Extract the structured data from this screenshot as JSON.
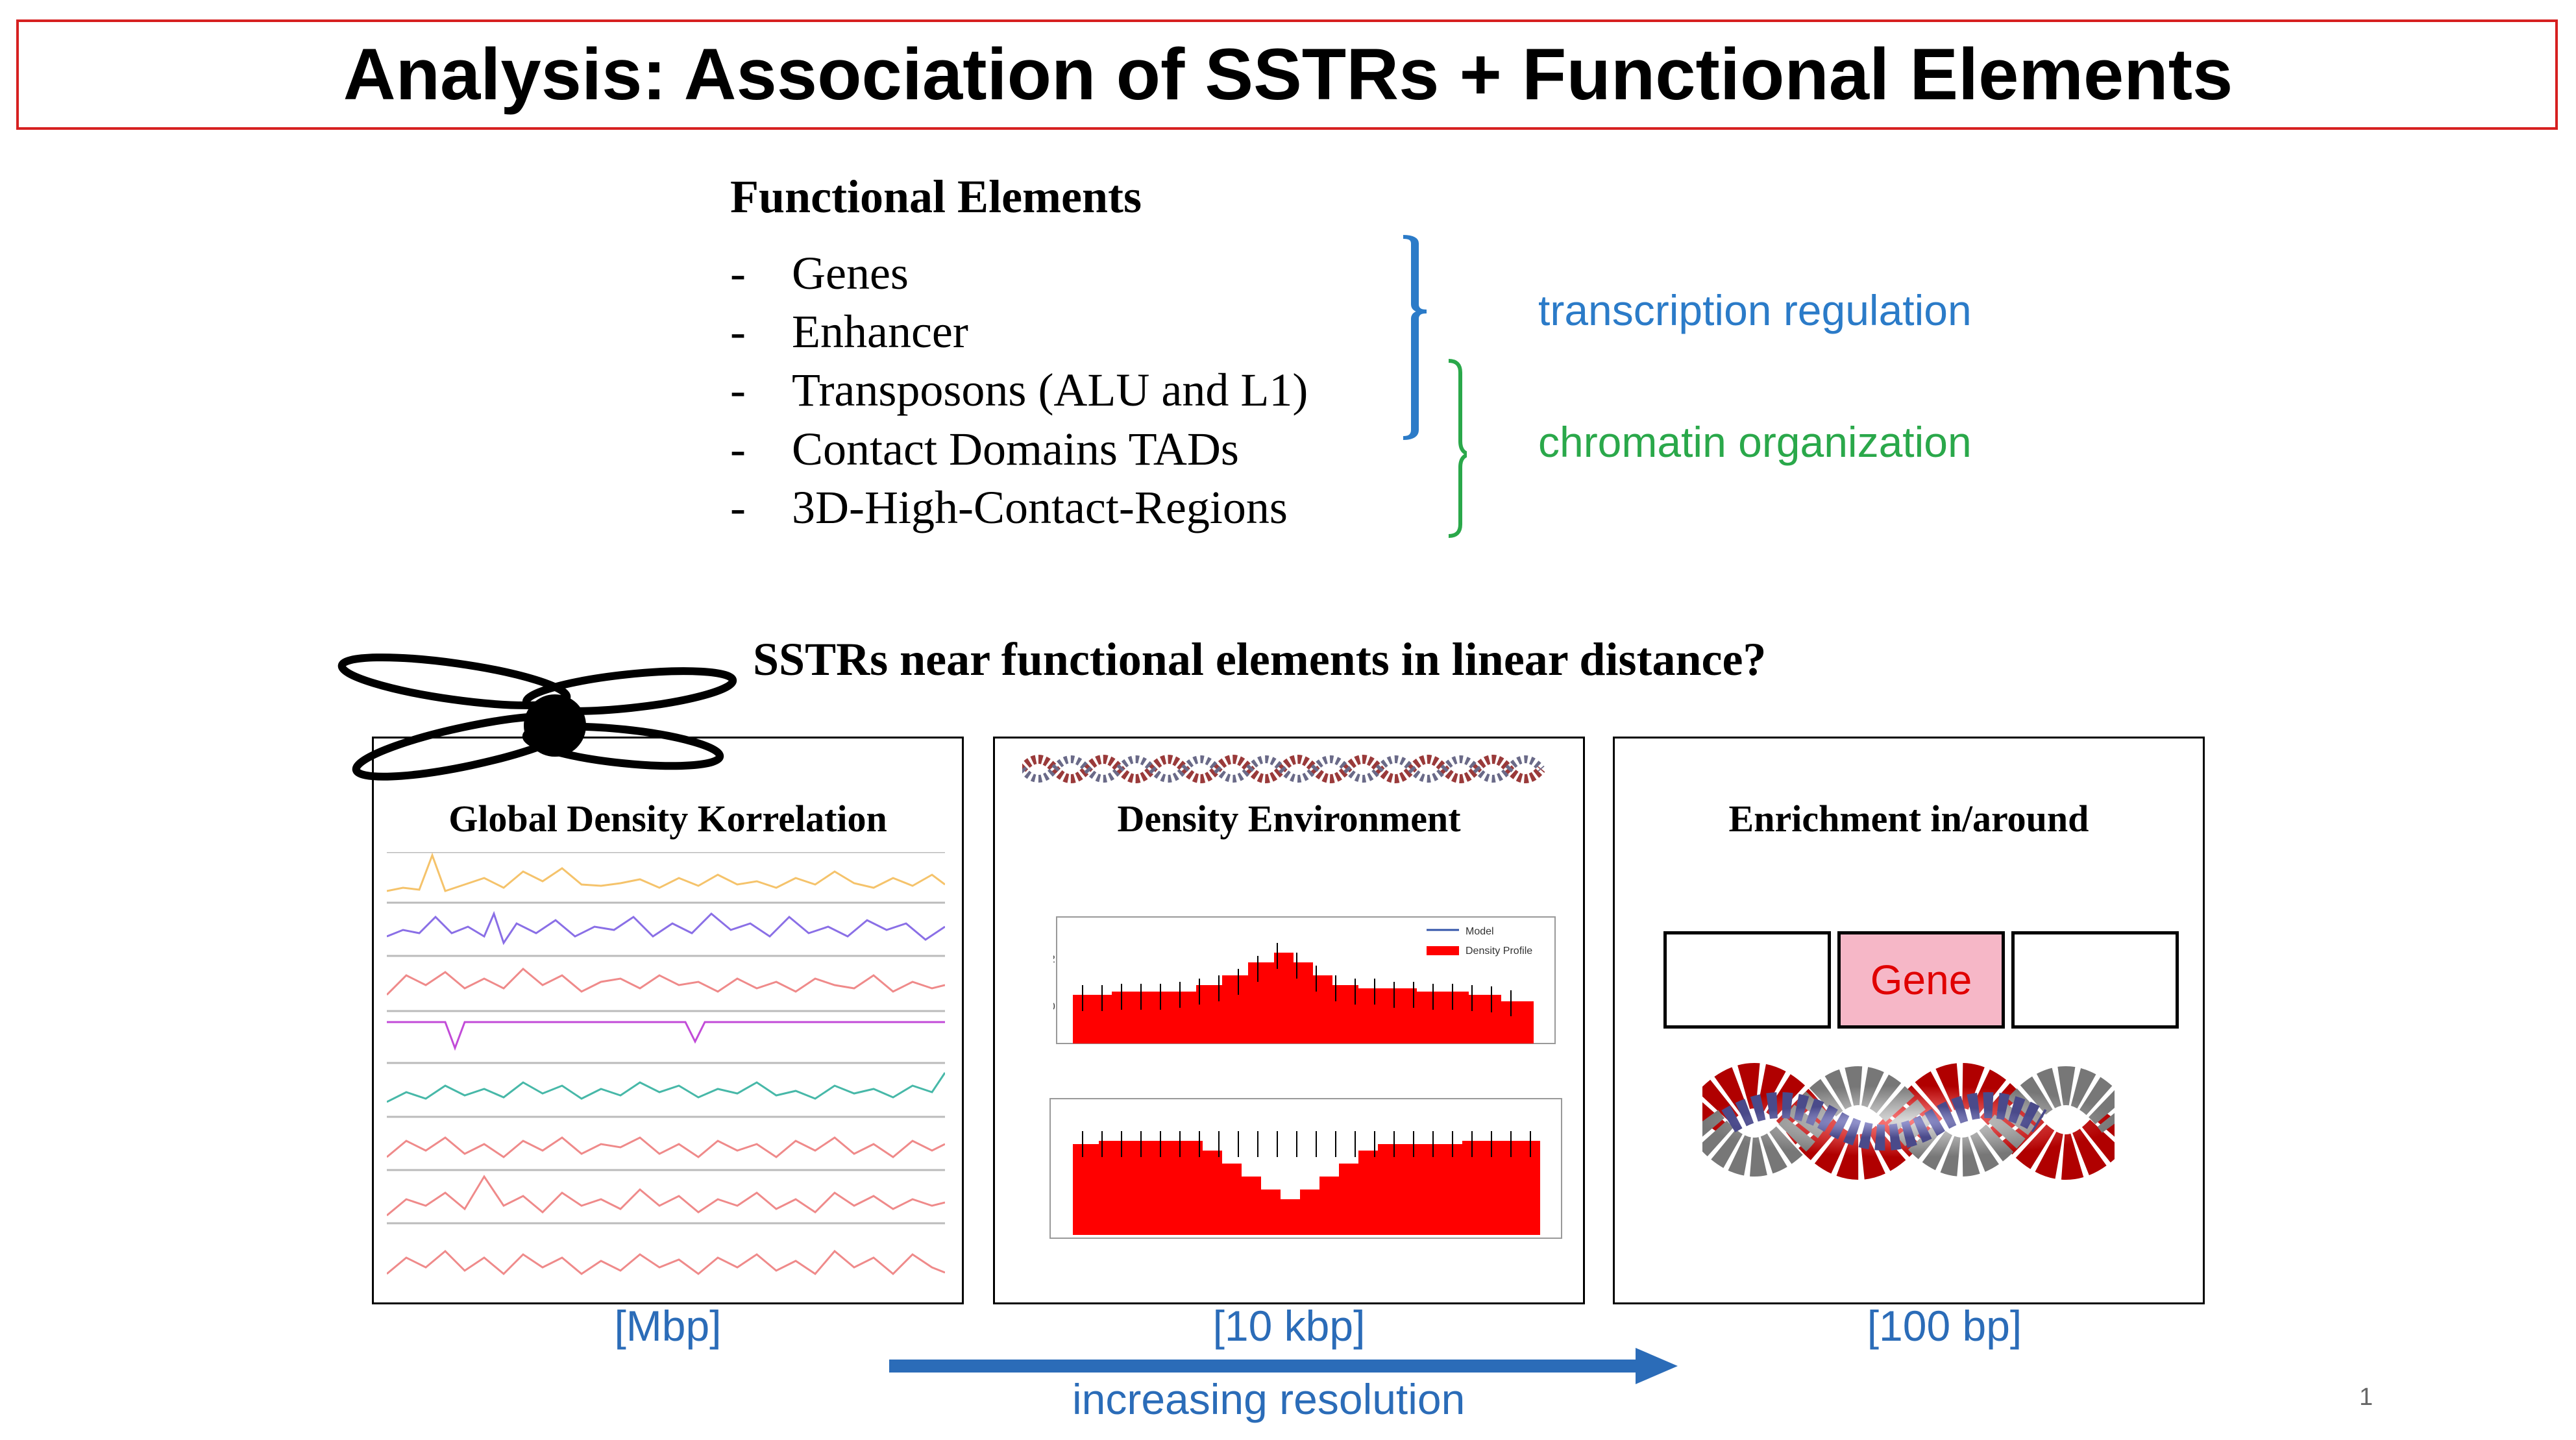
{
  "slide": {
    "title": "Analysis: Association of SSTRs + Functional Elements",
    "page_number": "1"
  },
  "functional_elements": {
    "heading": "Functional Elements",
    "items": [
      {
        "dash": "-",
        "label": "Genes"
      },
      {
        "dash": "-",
        "label": "Enhancer"
      },
      {
        "dash": "-",
        "label": "Transposons (ALU and L1)"
      },
      {
        "dash": "-",
        "label": "Contact Domains TADs"
      },
      {
        "dash": "-",
        "label": "3D-High-Contact-Regions"
      }
    ],
    "groups": [
      {
        "label": "transcription regulation",
        "color": "#2b7bc8"
      },
      {
        "label": "chromatin organization",
        "color": "#2aa84a"
      }
    ]
  },
  "question": "SSTRs near functional elements in linear distance?",
  "panels": [
    {
      "title": "Global Density Korrelation",
      "scale": "[Mbp]"
    },
    {
      "title": "Density Environment",
      "scale": "[10 kbp]"
    },
    {
      "title": "Enrichment in/around",
      "scale": "[100 bp]"
    }
  ],
  "density_chart": {
    "legend": [
      "Model",
      "Density Profile"
    ],
    "yticks": [
      "12",
      "10"
    ]
  },
  "gene_box_label": "Gene",
  "resolution_label": "increasing resolution",
  "colors": {
    "title_border": "#d62020",
    "blue": "#2b6cb8",
    "green": "#2aa84a",
    "red_fill": "#ff0000",
    "gene_fill": "#f6b7c7"
  },
  "icons": [
    "chromosome-icon",
    "dna-strand-icon",
    "dna-molecule-icon",
    "arrow-right-icon"
  ]
}
